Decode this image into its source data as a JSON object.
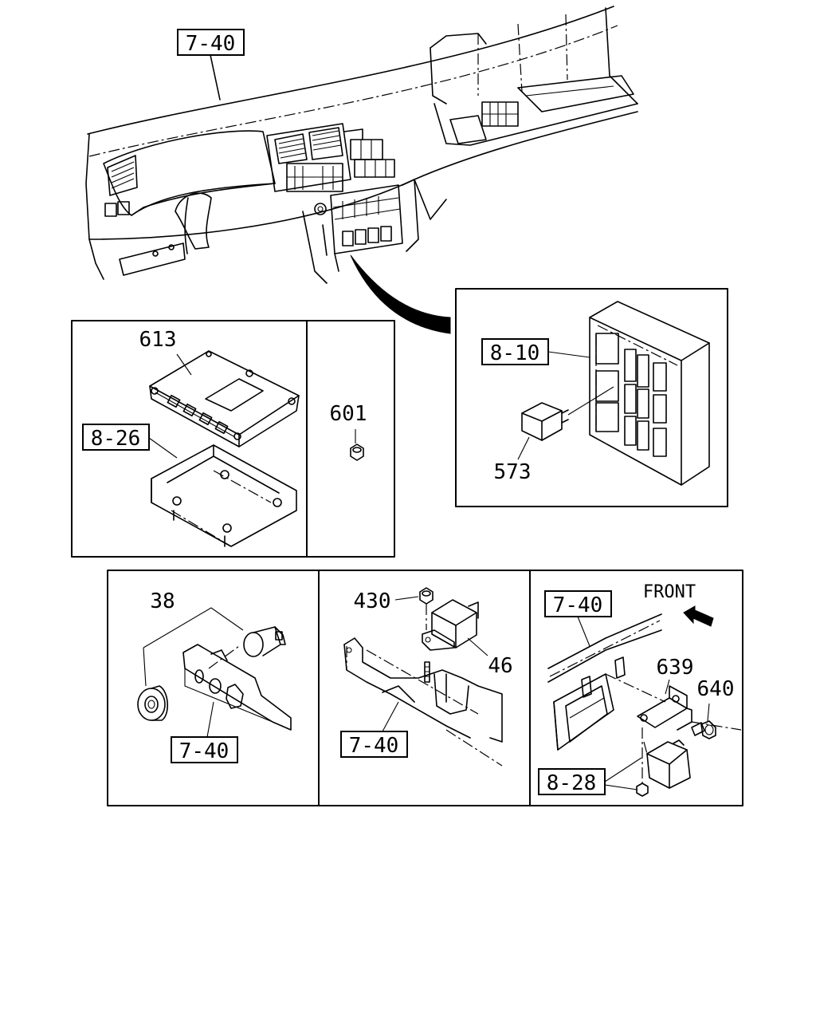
{
  "labels": {
    "ref_top": "7-40",
    "p613": "613",
    "ref_826": "8-26",
    "p601": "601",
    "ref_810": "8-10",
    "p573": "573",
    "p38": "38",
    "ref_740_a": "7-40",
    "p430": "430",
    "p46": "46",
    "ref_740_b": "7-40",
    "ref_740_c": "7-40",
    "front": "FRONT",
    "p639": "639",
    "p640": "640",
    "ref_828": "8-28"
  }
}
